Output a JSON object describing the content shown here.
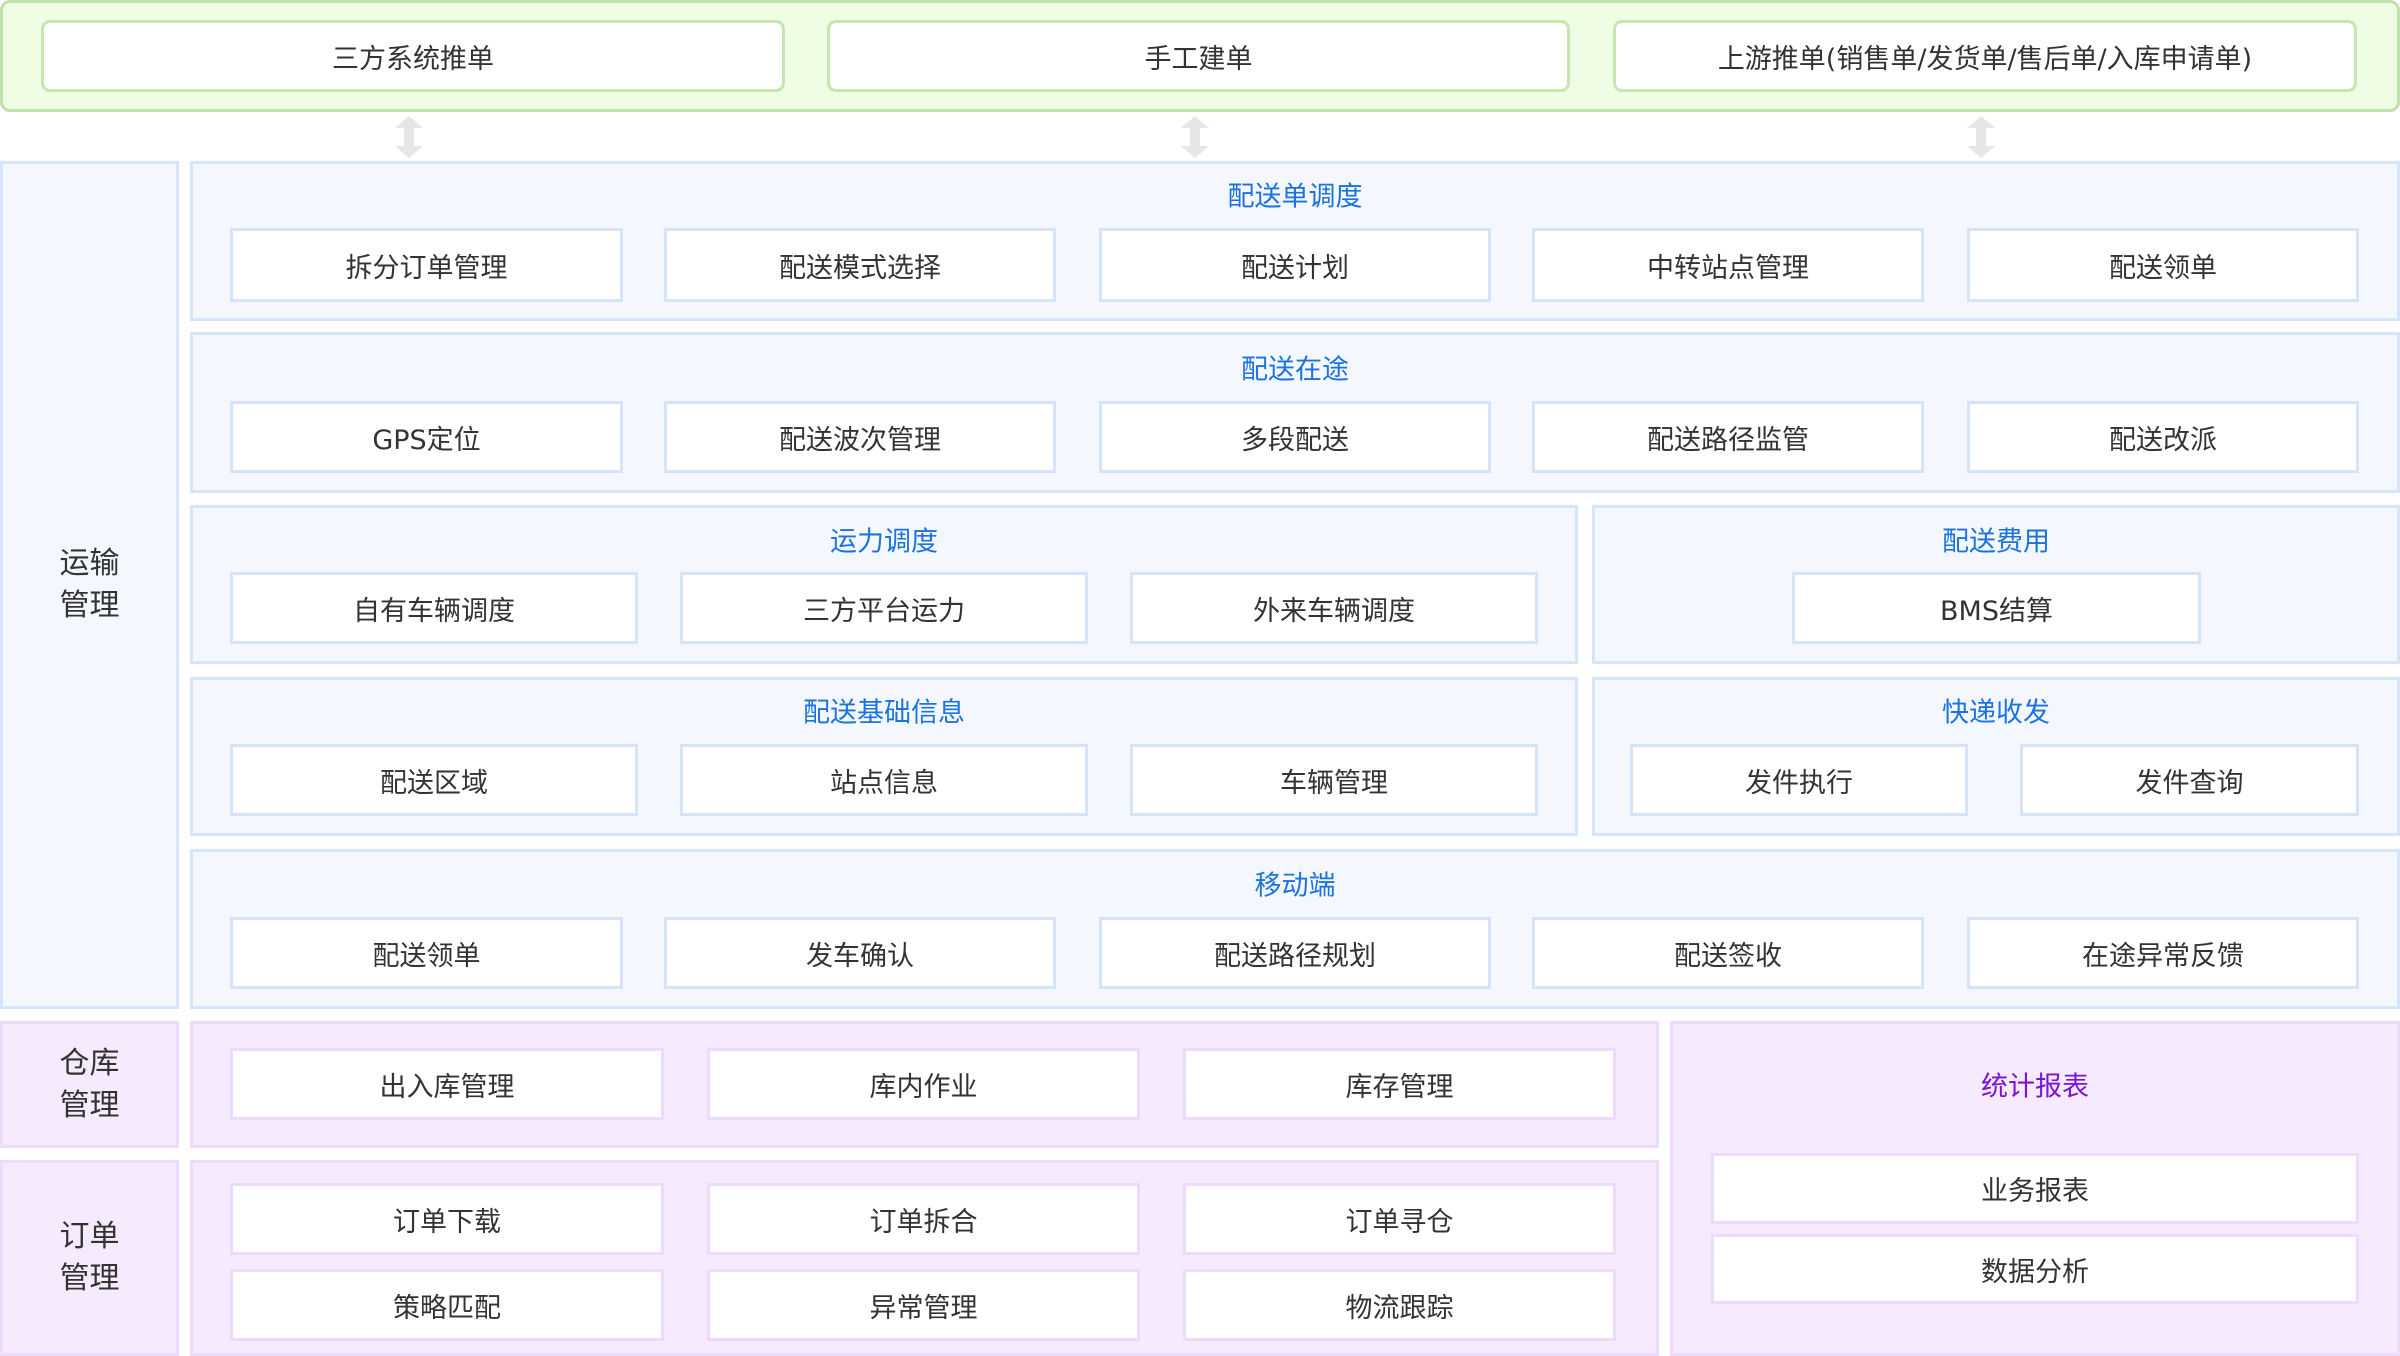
{
  "sources": [
    "三方系统推单",
    "手工建单",
    "上游推单(销售单/发货单/售后单/入库申请单)"
  ],
  "sidebar": {
    "transport": [
      "运输",
      "管理"
    ],
    "warehouse": [
      "仓库",
      "管理"
    ],
    "order": [
      "订单",
      "管理"
    ]
  },
  "transport": {
    "dispatch": {
      "title": "配送单调度",
      "items": [
        "拆分订单管理",
        "配送模式选择",
        "配送计划",
        "中转站点管理",
        "配送领单"
      ]
    },
    "in_transit": {
      "title": "配送在途",
      "items": [
        "GPS定位",
        "配送波次管理",
        "多段配送",
        "配送路径监管",
        "配送改派"
      ]
    },
    "capacity": {
      "title": "运力调度",
      "items": [
        "自有车辆调度",
        "三方平台运力",
        "外来车辆调度"
      ]
    },
    "fees": {
      "title": "配送费用",
      "items": [
        "BMS结算"
      ]
    },
    "basic_info": {
      "title": "配送基础信息",
      "items": [
        "配送区域",
        "站点信息",
        "车辆管理"
      ]
    },
    "express": {
      "title": "快递收发",
      "items": [
        "发件执行",
        "发件查询"
      ]
    },
    "mobile": {
      "title": "移动端",
      "items": [
        "配送领单",
        "发车确认",
        "配送路径规划",
        "配送签收",
        "在途异常反馈"
      ]
    }
  },
  "warehouse": {
    "items": [
      "出入库管理",
      "库内作业",
      "库存管理"
    ]
  },
  "order": {
    "items": [
      "订单下载",
      "订单拆合",
      "订单寻仓",
      "策略匹配",
      "异常管理",
      "物流跟踪"
    ]
  },
  "reports": {
    "title": "统计报表",
    "items": [
      "业务报表",
      "数据分析"
    ]
  },
  "colors": {
    "blue_title": "#1a73e0",
    "purple_title": "#7a12d8",
    "green_bg": "#effde4",
    "blue_bg": "#f4f8fe",
    "purple_bg": "#f6eafe"
  }
}
